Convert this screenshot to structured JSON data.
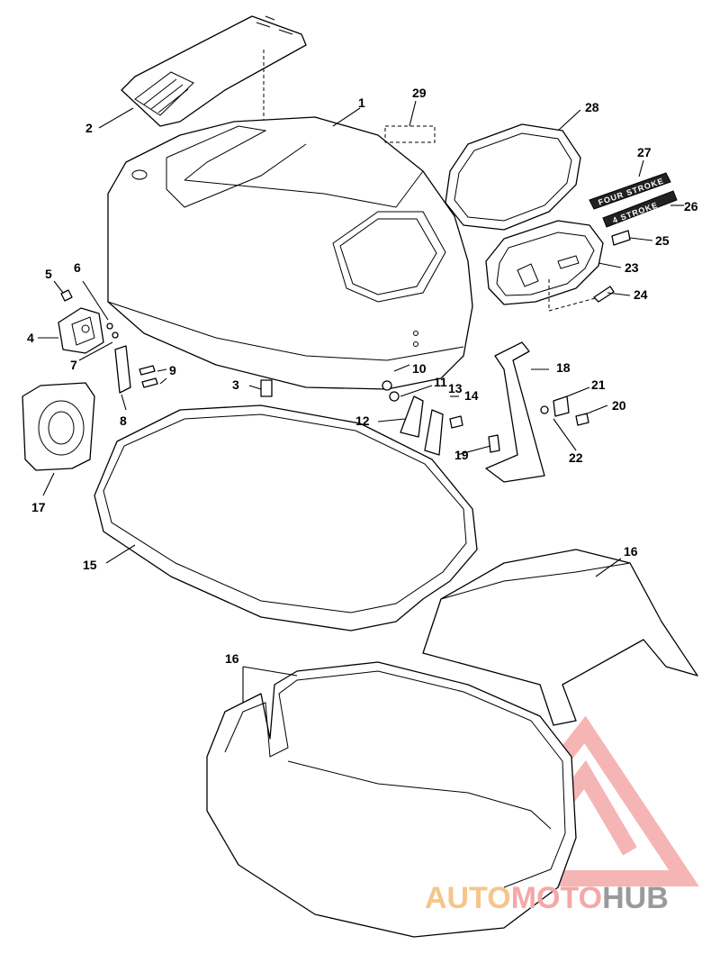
{
  "diagram": {
    "type": "exploded-parts-diagram",
    "callouts": [
      "1",
      "2",
      "3",
      "4",
      "5",
      "6",
      "7",
      "8",
      "9",
      "10",
      "11",
      "12",
      "13",
      "14",
      "15",
      "16",
      "16",
      "17",
      "18",
      "19",
      "20",
      "21",
      "22",
      "23",
      "24",
      "25",
      "26",
      "27",
      "28",
      "29"
    ],
    "decals": {
      "four_stroke_script": "FOUR STROKE",
      "four_stroke_number": "4 STROKE"
    }
  },
  "watermark": {
    "part1": "AUTO",
    "part2": "MOTO",
    "part3": "HUB",
    "colors": {
      "auto": "#f6c58a",
      "moto": "#f4a8a8",
      "hub": "#9a9a9a",
      "triangle": "#f4a8a8"
    }
  }
}
